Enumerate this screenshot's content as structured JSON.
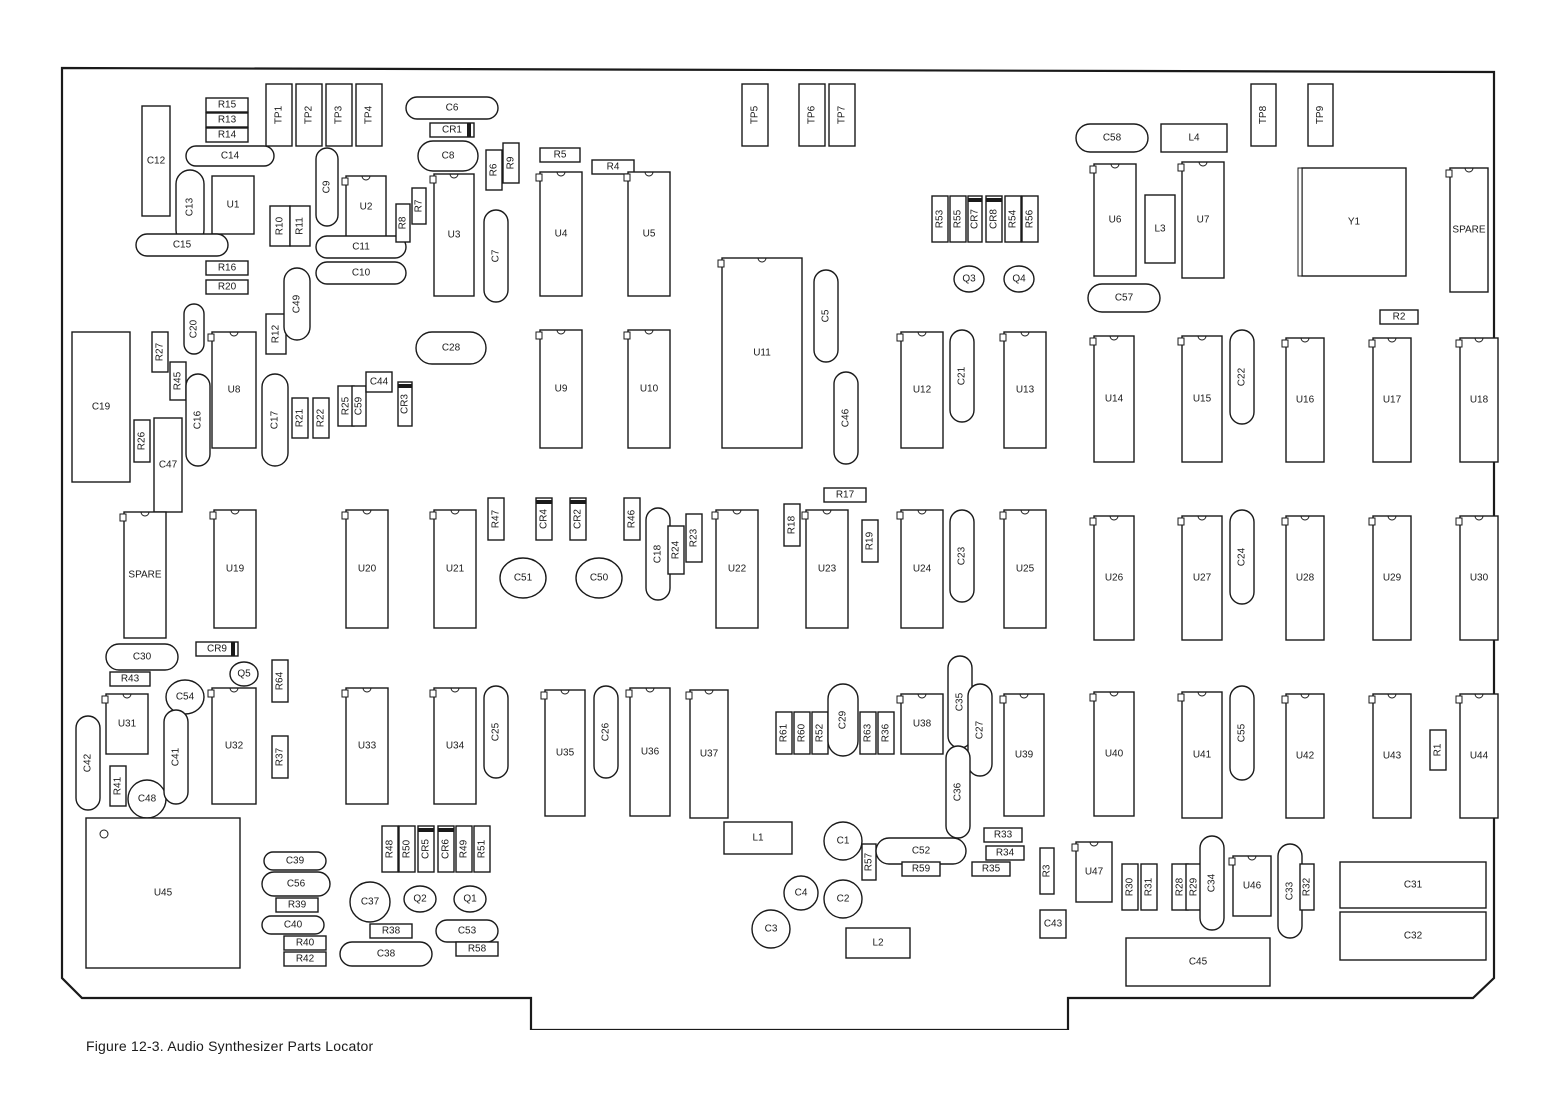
{
  "caption": "Figure 12-3.   Audio Synthesizer Parts Locator",
  "colors": {
    "ink": "#1a1a1a",
    "paper": "#ffffff",
    "fill": "#ffffff"
  },
  "components": [
    {
      "label": "TP1",
      "kind": "tp"
    },
    {
      "label": "TP2",
      "kind": "tp"
    },
    {
      "label": "TP3",
      "kind": "tp"
    },
    {
      "label": "TP4",
      "kind": "tp"
    },
    {
      "label": "TP5",
      "kind": "tp"
    },
    {
      "label": "TP6",
      "kind": "tp"
    },
    {
      "label": "TP7",
      "kind": "tp"
    },
    {
      "label": "TP8",
      "kind": "tp"
    },
    {
      "label": "TP9",
      "kind": "tp"
    },
    {
      "label": "R15",
      "kind": "res"
    },
    {
      "label": "R13",
      "kind": "res"
    },
    {
      "label": "R14",
      "kind": "res"
    },
    {
      "label": "C12",
      "kind": "box"
    },
    {
      "label": "C14",
      "kind": "cap"
    },
    {
      "label": "C13",
      "kind": "cap"
    },
    {
      "label": "U1",
      "kind": "box"
    },
    {
      "label": "C15",
      "kind": "cap"
    },
    {
      "label": "R16",
      "kind": "res"
    },
    {
      "label": "R20",
      "kind": "res"
    },
    {
      "label": "R10",
      "kind": "res"
    },
    {
      "label": "R11",
      "kind": "res"
    },
    {
      "label": "C9",
      "kind": "cap"
    },
    {
      "label": "U2",
      "kind": "ic"
    },
    {
      "label": "C11",
      "kind": "cap"
    },
    {
      "label": "C10",
      "kind": "cap"
    },
    {
      "label": "R8",
      "kind": "res"
    },
    {
      "label": "R7",
      "kind": "res"
    },
    {
      "label": "C6",
      "kind": "cap"
    },
    {
      "label": "CR1",
      "kind": "diode"
    },
    {
      "label": "C8",
      "kind": "cap"
    },
    {
      "label": "U3",
      "kind": "ic"
    },
    {
      "label": "R6",
      "kind": "res"
    },
    {
      "label": "R9",
      "kind": "res"
    },
    {
      "label": "C7",
      "kind": "cap"
    },
    {
      "label": "R5",
      "kind": "res"
    },
    {
      "label": "U4",
      "kind": "ic"
    },
    {
      "label": "R4",
      "kind": "res"
    },
    {
      "label": "U5",
      "kind": "ic"
    },
    {
      "label": "U11",
      "kind": "ic"
    },
    {
      "label": "C5",
      "kind": "cap"
    },
    {
      "label": "C46",
      "kind": "cap"
    },
    {
      "label": "R53",
      "kind": "res"
    },
    {
      "label": "R55",
      "kind": "res"
    },
    {
      "label": "CR7",
      "kind": "diode"
    },
    {
      "label": "CR8",
      "kind": "diode"
    },
    {
      "label": "R54",
      "kind": "res"
    },
    {
      "label": "R56",
      "kind": "res"
    },
    {
      "label": "Q3",
      "kind": "transistor"
    },
    {
      "label": "Q4",
      "kind": "transistor"
    },
    {
      "label": "C58",
      "kind": "cap"
    },
    {
      "label": "L4",
      "kind": "box"
    },
    {
      "label": "U6",
      "kind": "ic"
    },
    {
      "label": "L3",
      "kind": "box"
    },
    {
      "label": "U7",
      "kind": "ic"
    },
    {
      "label": "Y1",
      "kind": "box"
    },
    {
      "label": "SPARE",
      "kind": "ic"
    },
    {
      "label": "C57",
      "kind": "cap"
    },
    {
      "label": "R2",
      "kind": "res"
    },
    {
      "label": "C19",
      "kind": "box"
    },
    {
      "label": "R27",
      "kind": "res"
    },
    {
      "label": "C20",
      "kind": "cap"
    },
    {
      "label": "R45",
      "kind": "res"
    },
    {
      "label": "C16",
      "kind": "cap"
    },
    {
      "label": "U8",
      "kind": "ic"
    },
    {
      "label": "R26",
      "kind": "res"
    },
    {
      "label": "C47",
      "kind": "box"
    },
    {
      "label": "R12",
      "kind": "res"
    },
    {
      "label": "C49",
      "kind": "cap"
    },
    {
      "label": "C17",
      "kind": "cap"
    },
    {
      "label": "R21",
      "kind": "res"
    },
    {
      "label": "R22",
      "kind": "res"
    },
    {
      "label": "R25",
      "kind": "res"
    },
    {
      "label": "C59",
      "kind": "res"
    },
    {
      "label": "C44",
      "kind": "res"
    },
    {
      "label": "CR3",
      "kind": "diode"
    },
    {
      "label": "C28",
      "kind": "cap"
    },
    {
      "label": "U9",
      "kind": "ic"
    },
    {
      "label": "U10",
      "kind": "ic"
    },
    {
      "label": "U12",
      "kind": "ic"
    },
    {
      "label": "C21",
      "kind": "cap"
    },
    {
      "label": "U13",
      "kind": "ic"
    },
    {
      "label": "U14",
      "kind": "ic"
    },
    {
      "label": "U15",
      "kind": "ic"
    },
    {
      "label": "C22",
      "kind": "cap"
    },
    {
      "label": "U16",
      "kind": "ic"
    },
    {
      "label": "U17",
      "kind": "ic"
    },
    {
      "label": "U18",
      "kind": "ic"
    },
    {
      "label": "SPARE",
      "kind": "ic"
    },
    {
      "label": "U19",
      "kind": "ic"
    },
    {
      "label": "U20",
      "kind": "ic"
    },
    {
      "label": "U21",
      "kind": "ic"
    },
    {
      "label": "R47",
      "kind": "res"
    },
    {
      "label": "CR4",
      "kind": "diode"
    },
    {
      "label": "CR2",
      "kind": "diode"
    },
    {
      "label": "R46",
      "kind": "res"
    },
    {
      "label": "C51",
      "kind": "transistor"
    },
    {
      "label": "C50",
      "kind": "transistor"
    },
    {
      "label": "C18",
      "kind": "cap"
    },
    {
      "label": "R24",
      "kind": "res"
    },
    {
      "label": "R23",
      "kind": "res"
    },
    {
      "label": "U22",
      "kind": "ic"
    },
    {
      "label": "R18",
      "kind": "res"
    },
    {
      "label": "R17",
      "kind": "res"
    },
    {
      "label": "U23",
      "kind": "ic"
    },
    {
      "label": "R19",
      "kind": "res"
    },
    {
      "label": "U24",
      "kind": "ic"
    },
    {
      "label": "C23",
      "kind": "cap"
    },
    {
      "label": "U25",
      "kind": "ic"
    },
    {
      "label": "U26",
      "kind": "ic"
    },
    {
      "label": "U27",
      "kind": "ic"
    },
    {
      "label": "C24",
      "kind": "cap"
    },
    {
      "label": "U28",
      "kind": "ic"
    },
    {
      "label": "U29",
      "kind": "ic"
    },
    {
      "label": "U30",
      "kind": "ic"
    },
    {
      "label": "C30",
      "kind": "cap"
    },
    {
      "label": "CR9",
      "kind": "diode"
    },
    {
      "label": "Q5",
      "kind": "transistor"
    },
    {
      "label": "R43",
      "kind": "res"
    },
    {
      "label": "R64",
      "kind": "res"
    },
    {
      "label": "C54",
      "kind": "transistor"
    },
    {
      "label": "U31",
      "kind": "ic"
    },
    {
      "label": "U32",
      "kind": "ic"
    },
    {
      "label": "C42",
      "kind": "cap"
    },
    {
      "label": "R41",
      "kind": "res"
    },
    {
      "label": "C48",
      "kind": "transistor"
    },
    {
      "label": "C41",
      "kind": "cap"
    },
    {
      "label": "R37",
      "kind": "res"
    },
    {
      "label": "U33",
      "kind": "ic"
    },
    {
      "label": "U34",
      "kind": "ic"
    },
    {
      "label": "C25",
      "kind": "cap"
    },
    {
      "label": "U35",
      "kind": "ic"
    },
    {
      "label": "C26",
      "kind": "cap"
    },
    {
      "label": "U36",
      "kind": "ic"
    },
    {
      "label": "U37",
      "kind": "ic"
    },
    {
      "label": "R61",
      "kind": "res"
    },
    {
      "label": "R60",
      "kind": "res"
    },
    {
      "label": "R52",
      "kind": "res"
    },
    {
      "label": "C29",
      "kind": "cap"
    },
    {
      "label": "R63",
      "kind": "res"
    },
    {
      "label": "R36",
      "kind": "res"
    },
    {
      "label": "U38",
      "kind": "ic"
    },
    {
      "label": "C35",
      "kind": "cap"
    },
    {
      "label": "C27",
      "kind": "cap"
    },
    {
      "label": "C36",
      "kind": "cap"
    },
    {
      "label": "U39",
      "kind": "ic"
    },
    {
      "label": "U40",
      "kind": "ic"
    },
    {
      "label": "U41",
      "kind": "ic"
    },
    {
      "label": "C55",
      "kind": "cap"
    },
    {
      "label": "U42",
      "kind": "ic"
    },
    {
      "label": "U43",
      "kind": "ic"
    },
    {
      "label": "R1",
      "kind": "res"
    },
    {
      "label": "U44",
      "kind": "ic"
    },
    {
      "label": "U45",
      "kind": "box"
    },
    {
      "label": "C39",
      "kind": "cap"
    },
    {
      "label": "C56",
      "kind": "cap"
    },
    {
      "label": "R39",
      "kind": "res"
    },
    {
      "label": "C40",
      "kind": "cap"
    },
    {
      "label": "R40",
      "kind": "res"
    },
    {
      "label": "R42",
      "kind": "res"
    },
    {
      "label": "R48",
      "kind": "res"
    },
    {
      "label": "R50",
      "kind": "res"
    },
    {
      "label": "CR5",
      "kind": "diode"
    },
    {
      "label": "CR6",
      "kind": "diode"
    },
    {
      "label": "R49",
      "kind": "res"
    },
    {
      "label": "R51",
      "kind": "res"
    },
    {
      "label": "C37",
      "kind": "transistor"
    },
    {
      "label": "Q2",
      "kind": "transistor"
    },
    {
      "label": "Q1",
      "kind": "transistor"
    },
    {
      "label": "R38",
      "kind": "res"
    },
    {
      "label": "C38",
      "kind": "cap"
    },
    {
      "label": "C53",
      "kind": "cap"
    },
    {
      "label": "R58",
      "kind": "res"
    },
    {
      "label": "L1",
      "kind": "box"
    },
    {
      "label": "C1",
      "kind": "transistor"
    },
    {
      "label": "C4",
      "kind": "transistor"
    },
    {
      "label": "C2",
      "kind": "transistor"
    },
    {
      "label": "C3",
      "kind": "transistor"
    },
    {
      "label": "L2",
      "kind": "box"
    },
    {
      "label": "R57",
      "kind": "res"
    },
    {
      "label": "C52",
      "kind": "cap"
    },
    {
      "label": "R59",
      "kind": "res"
    },
    {
      "label": "R33",
      "kind": "res"
    },
    {
      "label": "R34",
      "kind": "res"
    },
    {
      "label": "R35",
      "kind": "res"
    },
    {
      "label": "R3",
      "kind": "res"
    },
    {
      "label": "C43",
      "kind": "res"
    },
    {
      "label": "U47",
      "kind": "ic"
    },
    {
      "label": "R30",
      "kind": "res"
    },
    {
      "label": "R31",
      "kind": "res"
    },
    {
      "label": "R28",
      "kind": "res"
    },
    {
      "label": "R29",
      "kind": "res"
    },
    {
      "label": "C34",
      "kind": "cap"
    },
    {
      "label": "U46",
      "kind": "ic"
    },
    {
      "label": "C33",
      "kind": "cap"
    },
    {
      "label": "R32",
      "kind": "res"
    },
    {
      "label": "C45",
      "kind": "box"
    },
    {
      "label": "C31",
      "kind": "box"
    },
    {
      "label": "C32",
      "kind": "box"
    }
  ]
}
